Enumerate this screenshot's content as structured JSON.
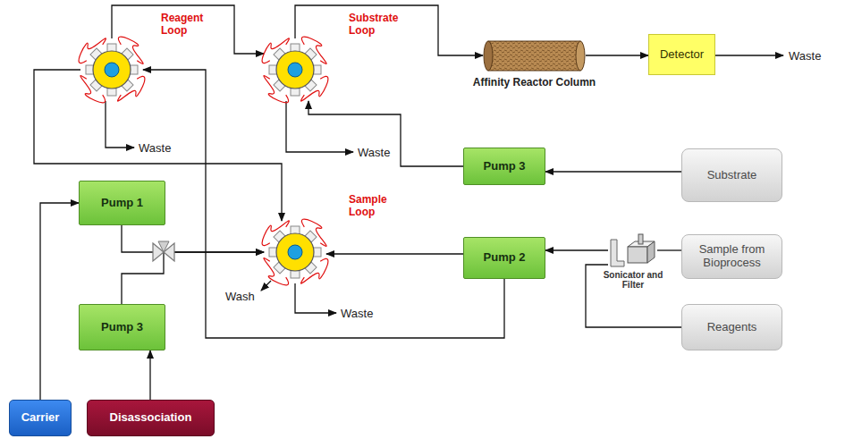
{
  "diagram": {
    "nodes": [
      {
        "text": [
          "Reagent Loop"
        ]
      },
      {
        "text": [
          "Substrate Loop"
        ]
      },
      {
        "text": [
          "Sample Loop"
        ]
      },
      {
        "text": [
          "Affinity Reactor Column"
        ]
      },
      {
        "text": [
          "Detector"
        ]
      },
      {
        "text": [
          "Pump 1"
        ]
      },
      {
        "text": [
          "Pump 3"
        ]
      },
      {
        "text": [
          "Substrate"
        ]
      },
      {
        "text": [
          "Pump 2"
        ]
      },
      {
        "text": [
          "Sonicator and Filter"
        ]
      },
      {
        "text": [
          "Sample from Bioprocess"
        ]
      },
      {
        "text": [
          "Pump 3"
        ]
      },
      {
        "text": [
          "Reagents"
        ]
      },
      {
        "text": [
          "Carrier"
        ]
      },
      {
        "text": [
          "Disassociation"
        ]
      }
    ],
    "edges": [
      {
        "from": 0,
        "to": 1,
        "arrow": "to"
      },
      {
        "from": 1,
        "to": 3,
        "arrow": "to"
      },
      {
        "from": 3,
        "to": 4,
        "arrow": "to"
      },
      {
        "from": 6,
        "to": 1,
        "arrow": "to"
      },
      {
        "from": 7,
        "to": 6,
        "arrow": "to"
      },
      {
        "from": 8,
        "to": 2,
        "arrow": "to"
      },
      {
        "from": 8,
        "to": 0,
        "arrow": "to"
      },
      {
        "from": 0,
        "to": 2,
        "arrow": "to"
      },
      {
        "from": 5,
        "to": 2,
        "arrow": "to"
      },
      {
        "from": 11,
        "to": 2,
        "arrow": "to"
      },
      {
        "from": 9,
        "to": 8,
        "arrow": "to"
      },
      {
        "from": 10,
        "to": 9,
        "arrow": "none"
      },
      {
        "from": 12,
        "to": 9,
        "arrow": "none"
      },
      {
        "from": 13,
        "to": 5,
        "arrow": "to"
      },
      {
        "from": 14,
        "to": 11,
        "arrow": "to"
      }
    ],
    "labels": [
      "Waste",
      "Waste",
      "Waste",
      "Waste",
      "Wash"
    ]
  }
}
